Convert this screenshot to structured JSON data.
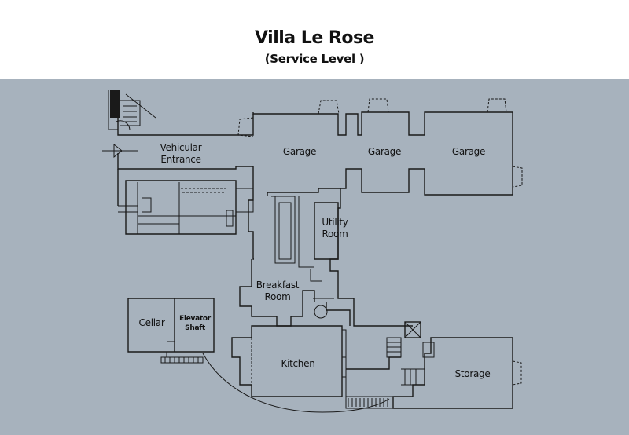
{
  "title": "Villa Le Rose",
  "subtitle": "(Service Level )",
  "colors": {
    "background": "#a7b2bd",
    "ink": "#1a1a1a"
  },
  "rooms": {
    "vehicular_entrance": [
      "Vehicular",
      "Entrance"
    ],
    "garage_1": "Garage",
    "garage_2": "Garage",
    "garage_3": "Garage",
    "utility_room": [
      "Utility",
      "Room"
    ],
    "breakfast_room": [
      "Breakfast",
      "Room"
    ],
    "cellar": "Cellar",
    "elevator_shaft": [
      "Elevator",
      "Shaft"
    ],
    "kitchen": "Kitchen",
    "storage": "Storage"
  }
}
